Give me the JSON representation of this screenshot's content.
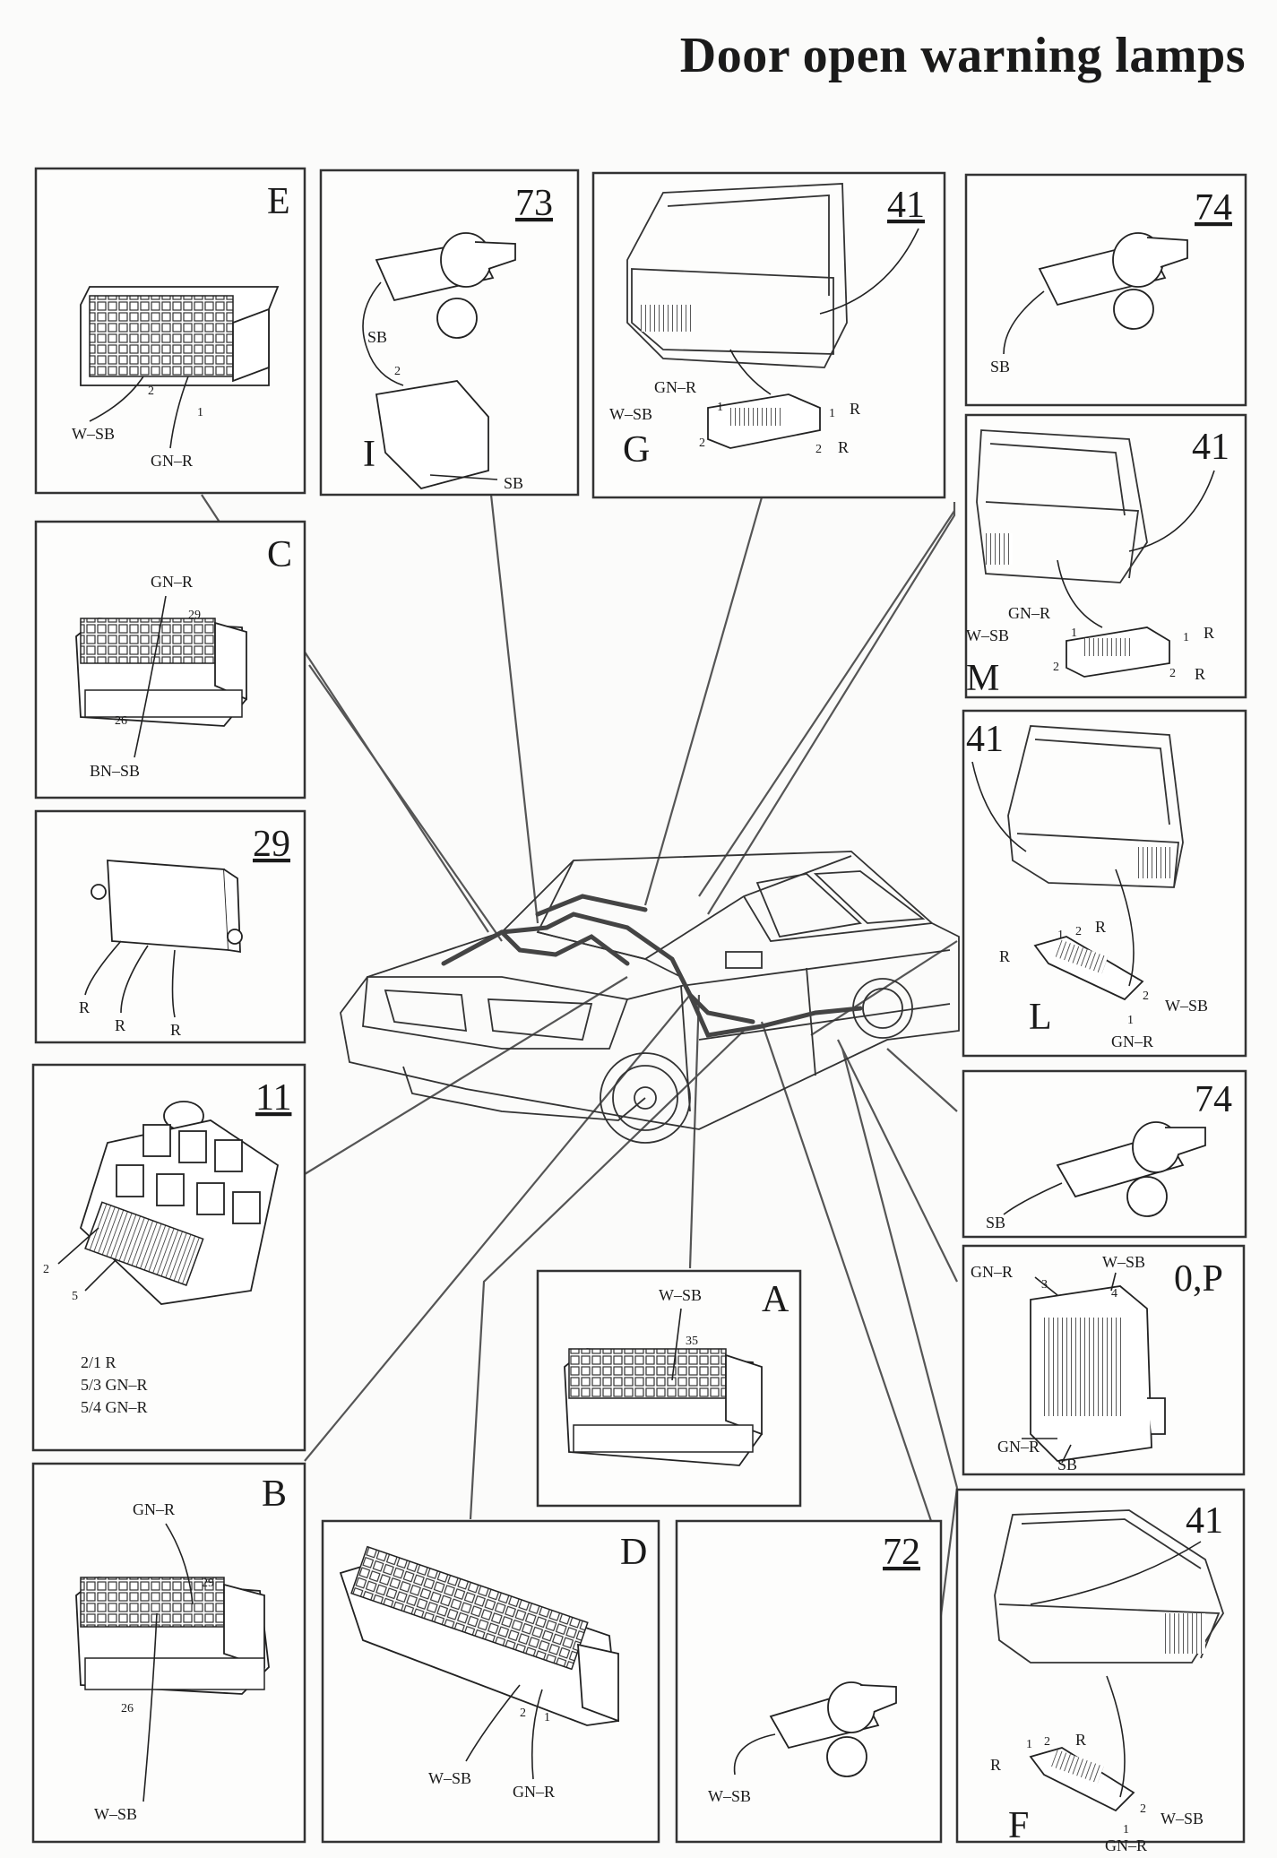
{
  "title": "Door open warning lamps",
  "panels": {
    "E": {
      "id": "E",
      "wires": [
        "W–SB",
        "GN–R"
      ],
      "pins": [
        "2",
        "1"
      ]
    },
    "p73": {
      "id": "73",
      "wires": [
        "SB",
        "SB"
      ],
      "pins": [
        "2"
      ],
      "sub": "I"
    },
    "G": {
      "id": "41",
      "sub": "G",
      "wires": [
        "GN–R",
        "W–SB",
        "R",
        "R"
      ],
      "pins": [
        "1",
        "2",
        "1",
        "2"
      ]
    },
    "p74a": {
      "id": "74",
      "wires": [
        "SB"
      ]
    },
    "M": {
      "id": "41",
      "sub": "M",
      "wires": [
        "GN–R",
        "W–SB",
        "R",
        "R"
      ],
      "pins": [
        "1",
        "2",
        "1",
        "2"
      ]
    },
    "C": {
      "id": "C",
      "wires": [
        "GN–R",
        "BN–SB"
      ],
      "pins": [
        "29",
        "26"
      ]
    },
    "p29": {
      "id": "29",
      "wires": [
        "R",
        "R",
        "R"
      ]
    },
    "L": {
      "id": "41",
      "sub": "L",
      "wires": [
        "R",
        "R",
        "W–SB",
        "GN–R"
      ],
      "pins": [
        "1",
        "2",
        "2",
        "1"
      ]
    },
    "p11": {
      "id": "11",
      "pins": [
        "2",
        "5"
      ],
      "notes": [
        "2/1 R",
        "5/3 GN–R",
        "5/4 GN–R"
      ]
    },
    "p74b": {
      "id": "74",
      "wires": [
        "SB"
      ]
    },
    "OP": {
      "id": "0,P",
      "wires": [
        "GN–R",
        "W–SB",
        "GN–R",
        "SB"
      ],
      "pins": [
        "3",
        "4"
      ]
    },
    "A": {
      "id": "A",
      "wires": [
        "W–SB"
      ],
      "pins": [
        "35"
      ]
    },
    "B": {
      "id": "B",
      "wires": [
        "GN–R",
        "W–SB"
      ],
      "pins": [
        "29",
        "26"
      ]
    },
    "D": {
      "id": "D",
      "wires": [
        "W–SB",
        "GN–R"
      ],
      "pins": [
        "2",
        "1"
      ]
    },
    "p72": {
      "id": "72",
      "wires": [
        "W–SB"
      ]
    },
    "F": {
      "id": "41",
      "sub": "F",
      "wires": [
        "R",
        "R",
        "W–SB",
        "GN–R"
      ],
      "pins": [
        "1",
        "2",
        "2",
        "1"
      ]
    }
  }
}
